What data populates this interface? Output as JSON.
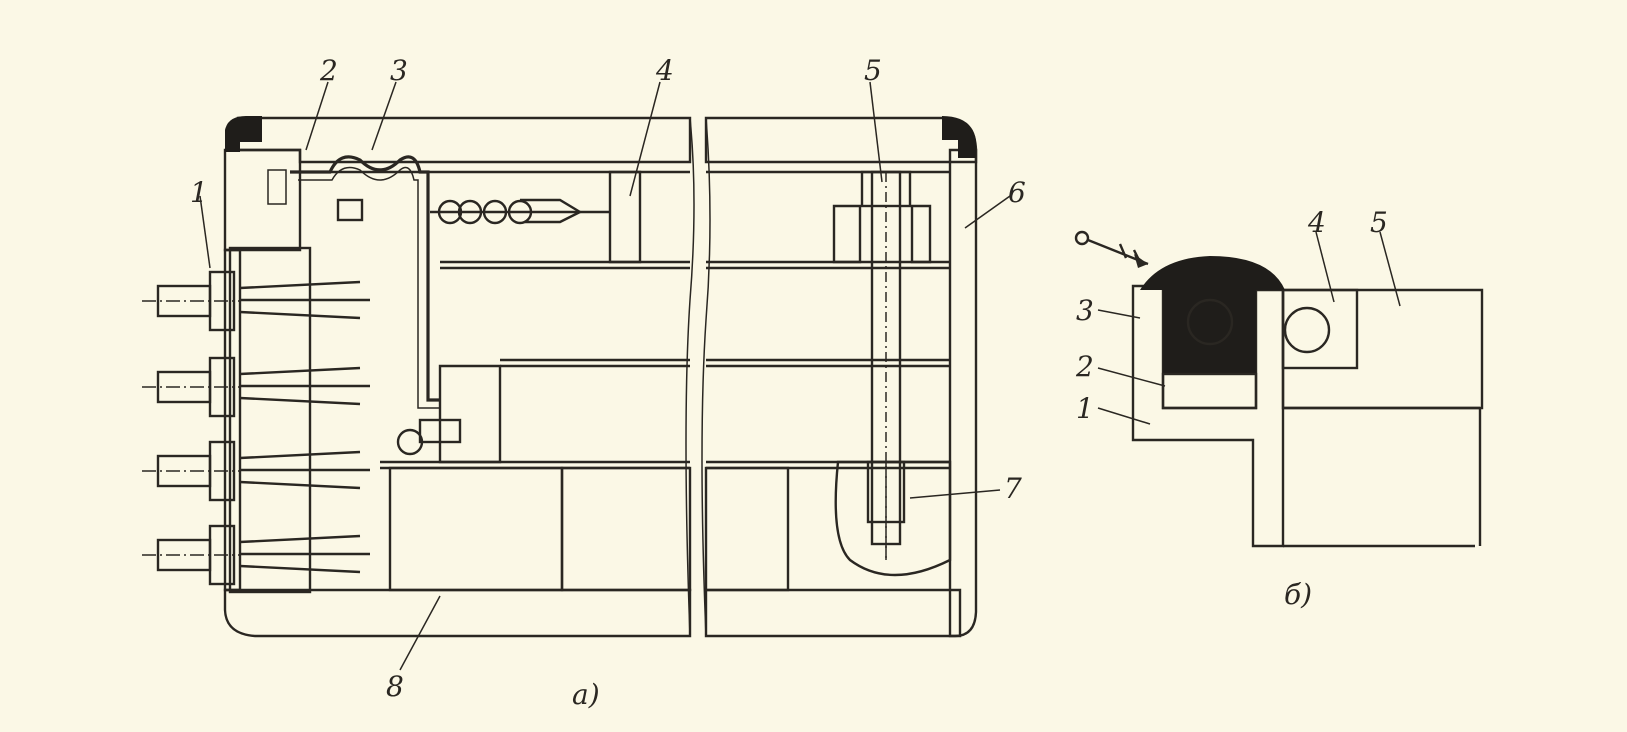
{
  "figure_a": {
    "caption": "а)",
    "callouts": [
      "1",
      "2",
      "3",
      "4",
      "5",
      "6",
      "7",
      "8"
    ]
  },
  "figure_b": {
    "caption": "б)",
    "callouts": [
      "1",
      "2",
      "3",
      "4",
      "5"
    ]
  },
  "colors": {
    "paper": "#fbf8e6",
    "ink": "#2a2722",
    "seal_fill": "#1f1d1a"
  }
}
